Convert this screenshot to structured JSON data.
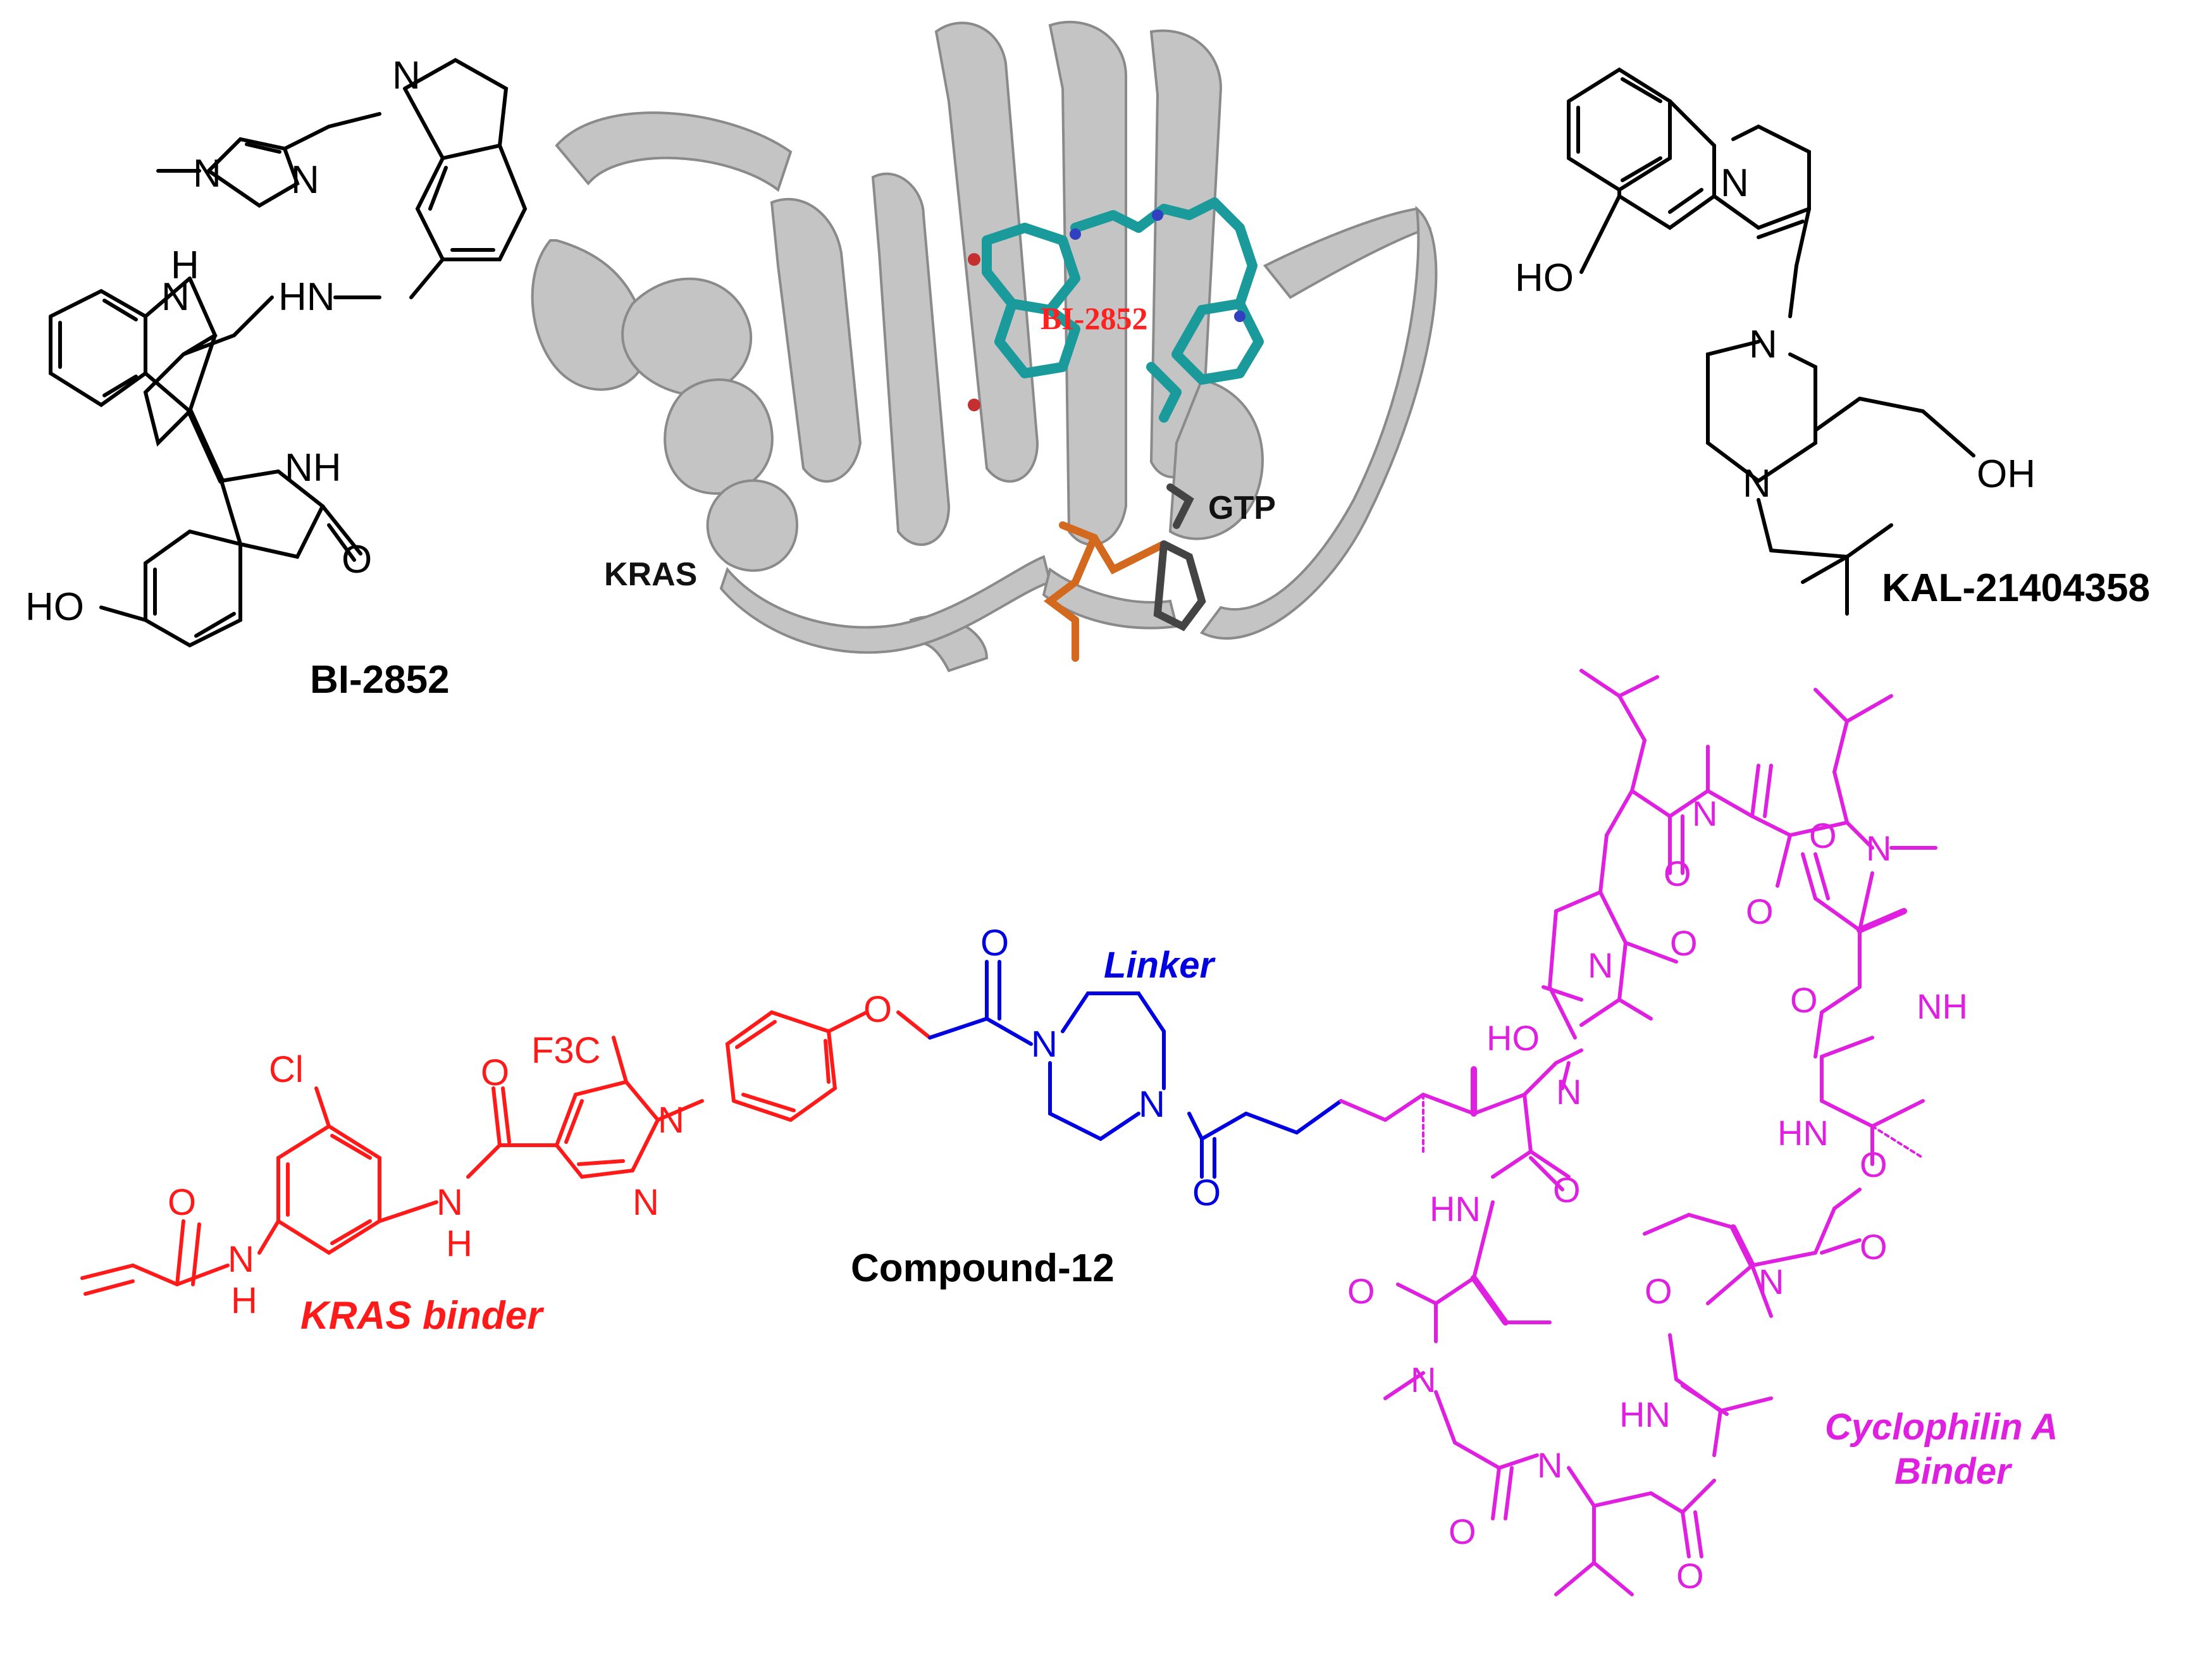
{
  "labels": {
    "bi2852_name": "BI-2852",
    "kal_name": "KAL-21404358",
    "compound12_name": "Compound-12",
    "kras_label": "KRAS",
    "gtp_label": "GTP",
    "bi2852_ligand_label": "BI-2852",
    "linker_label": "Linker",
    "kras_binder_label": "KRAS binder",
    "cyclophilin_line1": "Cyclophilin A",
    "cyclophilin_line2": "Binder"
  },
  "atoms": {
    "N": "N",
    "NH": "NH",
    "HN": "HN",
    "H": "H",
    "O": "O",
    "HO": "HO",
    "OH": "OH",
    "Cl": "Cl",
    "F3C": "F3C"
  },
  "colors": {
    "black": "#000000",
    "kras_binder": "#ff1a1a",
    "linker": "#0000e0",
    "cyclophilin": "#e020e0",
    "ribbon": "#b9b9b9",
    "ligand_teal": "#1a9a9a",
    "phosphate": "#d2691e",
    "gtp_gray": "#444444"
  }
}
